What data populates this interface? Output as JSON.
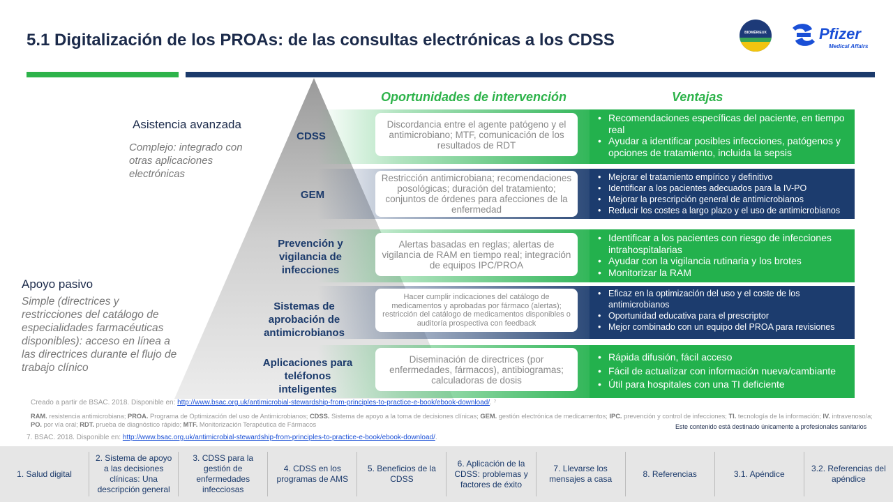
{
  "header": {
    "title": "5.1 Digitalización de los PROAs: de las consultas electrónicas a los CDSS",
    "biomerieux_logo_text": "BIOMÉRIEUX",
    "pfizer_name": "Pfizer",
    "pfizer_sub": "Medical Affairs"
  },
  "columns": {
    "opportunities": "Oportunidades de intervención",
    "advantages": "Ventajas"
  },
  "side": {
    "advanced_title": "Asistencia avanzada",
    "advanced_desc": "Complejo: integrado con otras aplicaciones electrónicas",
    "passive_title": "Apoyo pasivo",
    "passive_desc": "Simple (directrices y restricciones del catálogo de especialidades farmacéuticas disponibles): acceso en línea a las directrices durante el flujo de trabajo clínico"
  },
  "tiers": [
    {
      "label": "CDSS",
      "opportunity": "Discordancia entre el agente patógeno y el antimicrobiano; MTF, comunicación de los resultados de RDT",
      "advantages": [
        "Recomendaciones específicas del paciente, en tiempo real",
        "Ayudar a identificar posibles infecciones, patógenos y opciones de tratamiento, incluida la sepsis"
      ]
    },
    {
      "label": "GEM",
      "opportunity": "Restricción antimicrobiana; recomendaciones posológicas; duración del tratamiento; conjuntos de órdenes para afecciones de la enfermedad",
      "advantages": [
        "Mejorar el tratamiento empírico y definitivo",
        "Identificar a los pacientes adecuados para la IV-PO",
        "Mejorar la prescripción  general de antimicrobianos",
        "Reducir los costes a largo plazo y el uso de antimicrobianos"
      ]
    },
    {
      "label": "Prevención y vigilancia de infecciones",
      "opportunity": "Alertas basadas en reglas; alertas de vigilancia de RAM en tiempo real; integración de equipos IPC/PROA",
      "advantages": [
        "Identificar a los pacientes con riesgo de infecciones intrahospitalarias",
        "Ayudar con la vigilancia rutinaria y los brotes",
        "Monitorizar la RAM"
      ]
    },
    {
      "label": "Sistemas de aprobación de antimicrobianos",
      "opportunity": "Hacer cumplir indicaciones  del catálogo de medicamentos  y aprobadas por fármaco (alertas); restricción  del catálogo de medicamentos disponibles  o auditoría  prospectiva con feedback",
      "advantages": [
        "Eficaz en la optimización del uso y el coste de los antimicrobianos",
        "Oportunidad educativa para el prescriptor",
        "Mejor combinado con un equipo del PROA para revisiones"
      ]
    },
    {
      "label": "Aplicaciones para teléfonos inteligentes",
      "opportunity": "Diseminación de directrices (por enfermedades, fármacos), antibiogramas; calculadoras de dosis",
      "advantages": [
        "Rápida difusión, fácil acceso",
        "Fácil de actualizar con información nueva/cambiante",
        "Útil para hospitales con una TI deficiente"
      ]
    }
  ],
  "footer": {
    "created_prefix": "Creado a partir de BSAC. 2018. Disponible en: ",
    "url": "http://www.bsac.org.uk/antimicrobial-stewardship-from-principles-to-practice-e-book/ebook-download/",
    "created_suffix": ". ⁷",
    "abbr": [
      {
        "k": "RAM",
        "v": " resistencia antimicrobiana; "
      },
      {
        "k": "PROA",
        "v": " Programa de Optimización del uso de Antimicrobianos; "
      },
      {
        "k": "CDSS",
        "v": " Sistema de apoyo a la toma de decisiones clínicas; "
      },
      {
        "k": "GEM",
        "v": " gestión electrónica de medicamentos; "
      },
      {
        "k": "IPC",
        "v": " prevención y control de infecciones; "
      },
      {
        "k": "TI",
        "v": " tecnología de la información; "
      },
      {
        "k": "IV",
        "v": " intravenoso/a; "
      },
      {
        "k": "PO",
        "v": " por vía oral; "
      },
      {
        "k": "RDT",
        "v": " prueba de diagnóstico rápido; "
      },
      {
        "k": "MTF",
        "v": " Monitorización Terapéutica de Fármacos"
      }
    ],
    "ref_prefix": "7. BSAC. 2018. Disponible en: ",
    "ref_suffix": ".",
    "professional": "Este contenido está destinado únicamente a profesionales sanitarios"
  },
  "nav": [
    "1. Salud digital",
    "2. Sistema de apoyo a las decisiones clínicas: Una descripción general",
    "3. CDSS para la gestión de enfermedades infecciosas",
    "4. CDSS en los programas de AMS",
    "5. Beneficios de la CDSS",
    "6. Aplicación de la CDSS: problemas y factores de éxito",
    "7. Llevarse los mensajes a casa",
    "8. Referencias",
    "3.1. Apéndice",
    "3.2. Referencias del apéndice"
  ],
  "colors": {
    "green": "#23b14d",
    "navy": "#1c3c6e",
    "title": "#1b2a4a"
  }
}
